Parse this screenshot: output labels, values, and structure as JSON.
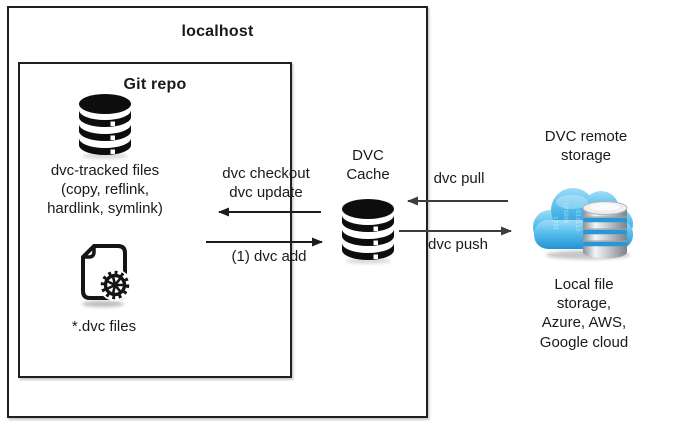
{
  "localhost": {
    "title": "localhost"
  },
  "git_repo": {
    "title": "Git repo",
    "tracked_files_caption": "dvc-tracked files\n(copy, reflink,\nhardlink, symlink)",
    "dvc_files_caption": "*.dvc files"
  },
  "cache": {
    "title": "DVC\nCache"
  },
  "remote": {
    "title": "DVC remote\nstorage",
    "providers_caption": "Local file storage,\nAzure, AWS, Google cloud"
  },
  "flows": {
    "checkout_label": "dvc checkout\ndvc update",
    "add_label": "(1) dvc add",
    "pull_label": "dvc pull",
    "push_label": "dvc push"
  },
  "icons": {
    "git_storage": "database-icon",
    "dvc_file": "file-gear-icon",
    "cache_storage": "database-icon",
    "remote_storage": "cloud-database-icon"
  },
  "palette": {
    "line_black": "#1f1f1f",
    "icon_black": "#0d0d0d",
    "arrow_gray": "#3d3d3d",
    "cloud_blue": "#45b7ea",
    "cloud_blue_dark": "#1f8fd0",
    "db_band_blue": "#2797d8",
    "db_silver": "#c7cbcf"
  }
}
